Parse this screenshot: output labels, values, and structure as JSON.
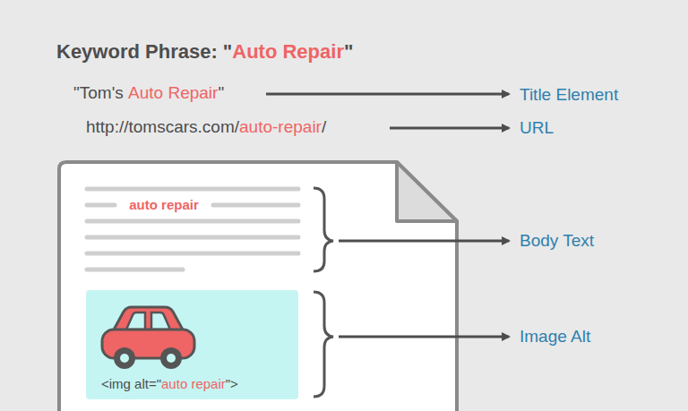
{
  "diagram": {
    "nodes": [
      {
        "text": [
          "auto repair"
        ]
      },
      {
        "text": [
          "<img alt=\"",
          "auto repair",
          "\">"
        ],
        "in": 0
      }
    ],
    "labels": [
      "Keyword Phrase: \"",
      "Auto Repair",
      "\"",
      "\"Tom's ",
      "Auto Repair",
      "\"",
      "http://tomscars.com/",
      "auto-repair",
      "/",
      "Title Element",
      "URL",
      "Body Text",
      "Image Alt"
    ]
  }
}
